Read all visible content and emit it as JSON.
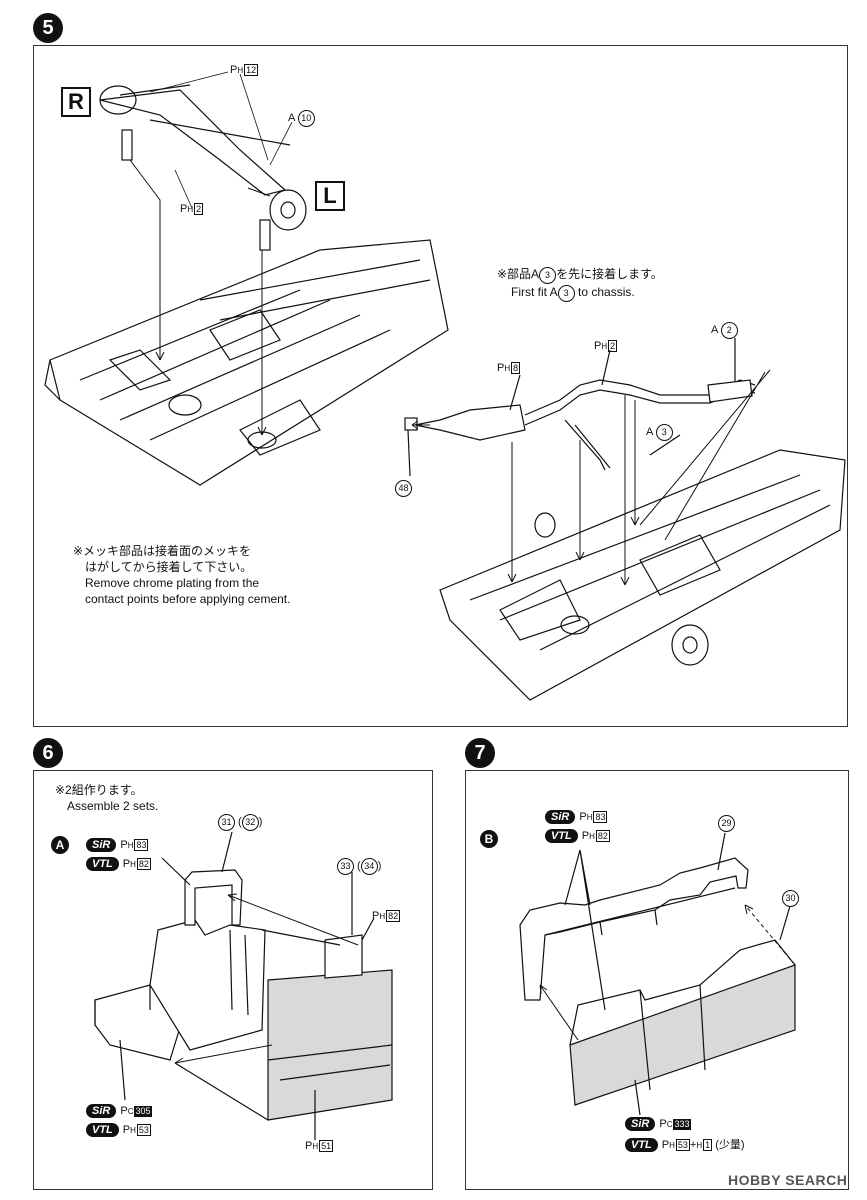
{
  "step5": {
    "number": "5",
    "side_r": "R",
    "side_l": "L",
    "labels": {
      "ph12": {
        "prefix": "P",
        "sub": "H",
        "num": "12"
      },
      "a10": {
        "prefix": "A",
        "num": "10"
      },
      "ph2_left": {
        "prefix": "P",
        "sub": "H",
        "num": "2"
      },
      "ph8": {
        "prefix": "P",
        "sub": "H",
        "num": "8"
      },
      "ph2_right": {
        "prefix": "P",
        "sub": "H",
        "num": "2"
      },
      "a2": {
        "prefix": "A",
        "num": "2"
      },
      "a3": {
        "prefix": "A",
        "num": "3"
      },
      "part48": "48"
    },
    "first_fit_jp_a": "※部品A",
    "first_fit_jp_num": "3",
    "first_fit_jp_b": "を先に接着します。",
    "first_fit_en_a": "First fit A",
    "first_fit_en_num": "3",
    "first_fit_en_b": " to chassis.",
    "chrome_jp_1": "※メッキ部品は接着面のメッキを",
    "chrome_jp_2": "はがしてから接着して下さい。",
    "chrome_en_1": "Remove chrome plating from the",
    "chrome_en_2": "contact points before applying cement."
  },
  "step6": {
    "number": "6",
    "note_jp": "※2組作ります。",
    "note_en": "Assemble 2 sets.",
    "sub_label": "A",
    "badge_sir": "SiR",
    "badge_vtl": "VTL",
    "top_sir_part": {
      "prefix": "P",
      "sub": "H",
      "num": "83"
    },
    "top_vtl_part": {
      "prefix": "P",
      "sub": "H",
      "num": "82"
    },
    "part_31": "31",
    "part_32": "32",
    "part_33": "33",
    "part_34": "34",
    "ph82": {
      "prefix": "P",
      "sub": "H",
      "num": "82"
    },
    "bottom_sir_part": {
      "prefix": "P",
      "sub": "C",
      "num": "305"
    },
    "bottom_vtl_part": {
      "prefix": "P",
      "sub": "H",
      "num": "53"
    },
    "ph51": {
      "prefix": "P",
      "sub": "H",
      "num": "51"
    }
  },
  "step7": {
    "number": "7",
    "sub_label": "B",
    "badge_sir": "SiR",
    "badge_vtl": "VTL",
    "top_sir_part": {
      "prefix": "P",
      "sub": "H",
      "num": "83"
    },
    "top_vtl_part": {
      "prefix": "P",
      "sub": "H",
      "num": "82"
    },
    "part_29": "29",
    "part_30": "30",
    "bottom_sir_part": {
      "prefix": "P",
      "sub": "C",
      "num": "333"
    },
    "bottom_vtl_part": {
      "prefix": "P",
      "sub": "H",
      "num": "53"
    },
    "bottom_vtl_extra_sub": "H",
    "bottom_vtl_extra_num": "1",
    "bottom_vtl_extra_note": "(少量)"
  },
  "watermark": "HOBBY SEARCH",
  "colors": {
    "ink": "#111111",
    "shade": "#d9d9d9",
    "panel_border": "#333333"
  }
}
